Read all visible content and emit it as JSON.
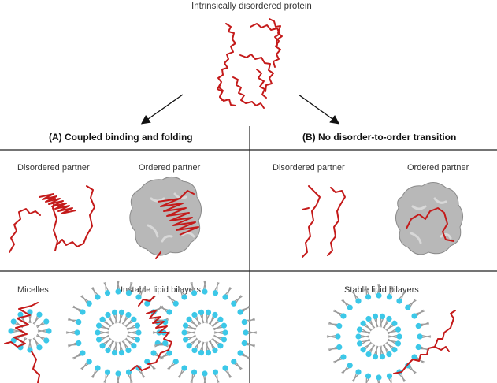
{
  "title": "Intrinsically disordered protein",
  "panel_a": {
    "heading": "(A) Coupled binding and folding",
    "disordered_label": "Disordered partner",
    "ordered_label": "Ordered partner",
    "micelles_label": "Micelles",
    "unstable_label": "Unstable lipid bilayers"
  },
  "panel_b": {
    "heading": "(B) No disorder-to-order transition",
    "disordered_label": "Disordered partner",
    "ordered_label": "Ordered partner",
    "stable_label": "Stable lipid bilayers"
  },
  "colors": {
    "protein_chain": "#c41a1a",
    "lipid_head": "#3cc8e8",
    "lipid_tail": "#9a9a9a",
    "surface": "#b8b8b8",
    "divider": "#222222"
  }
}
